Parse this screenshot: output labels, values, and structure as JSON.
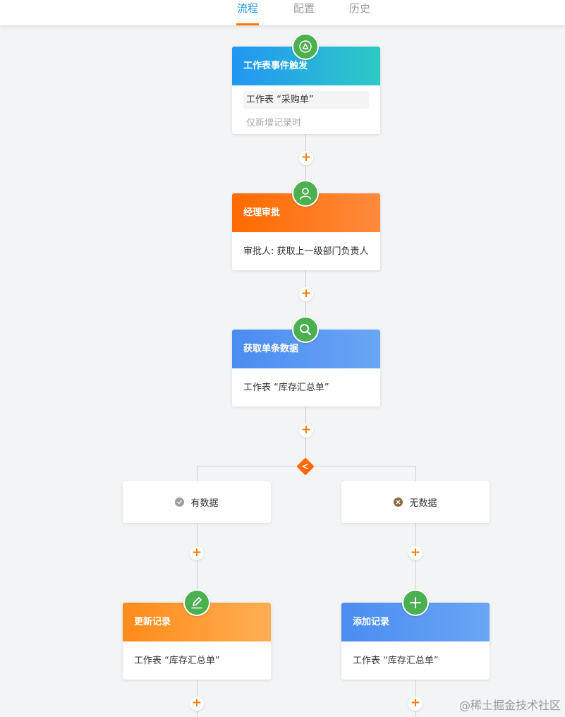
{
  "tabs": [
    {
      "label": "流程",
      "active": true
    },
    {
      "label": "配置",
      "active": false
    },
    {
      "label": "历史",
      "active": false
    }
  ],
  "add_symbol": "+",
  "nodes": {
    "trigger": {
      "title": "工作表事件触发",
      "sheet": "工作表 “采购单”",
      "condition": "仅新增记录时",
      "icon": "triangle-icon"
    },
    "approval": {
      "title": "经理审批",
      "body": "审批人: 获取上一级部门负责人",
      "icon": "user-icon"
    },
    "fetch": {
      "title": "获取单条数据",
      "body": "工作表 “库存汇总单”",
      "icon": "search-icon"
    },
    "update": {
      "title": "更新记录",
      "body": "工作表 “库存汇总单”",
      "icon": "edit-icon"
    },
    "add": {
      "title": "添加记录",
      "body": "工作表 “库存汇总单”",
      "icon": "plus-icon"
    }
  },
  "branches": {
    "has_data": {
      "label": "有数据",
      "icon": "check-circle-icon"
    },
    "no_data": {
      "label": "无数据",
      "icon": "x-circle-icon"
    }
  },
  "colors": {
    "accent": "#ff7a00",
    "active_tab": "#2196f3",
    "icon_green": "#4caf50"
  },
  "watermark": "@稀土掘金技术社区"
}
